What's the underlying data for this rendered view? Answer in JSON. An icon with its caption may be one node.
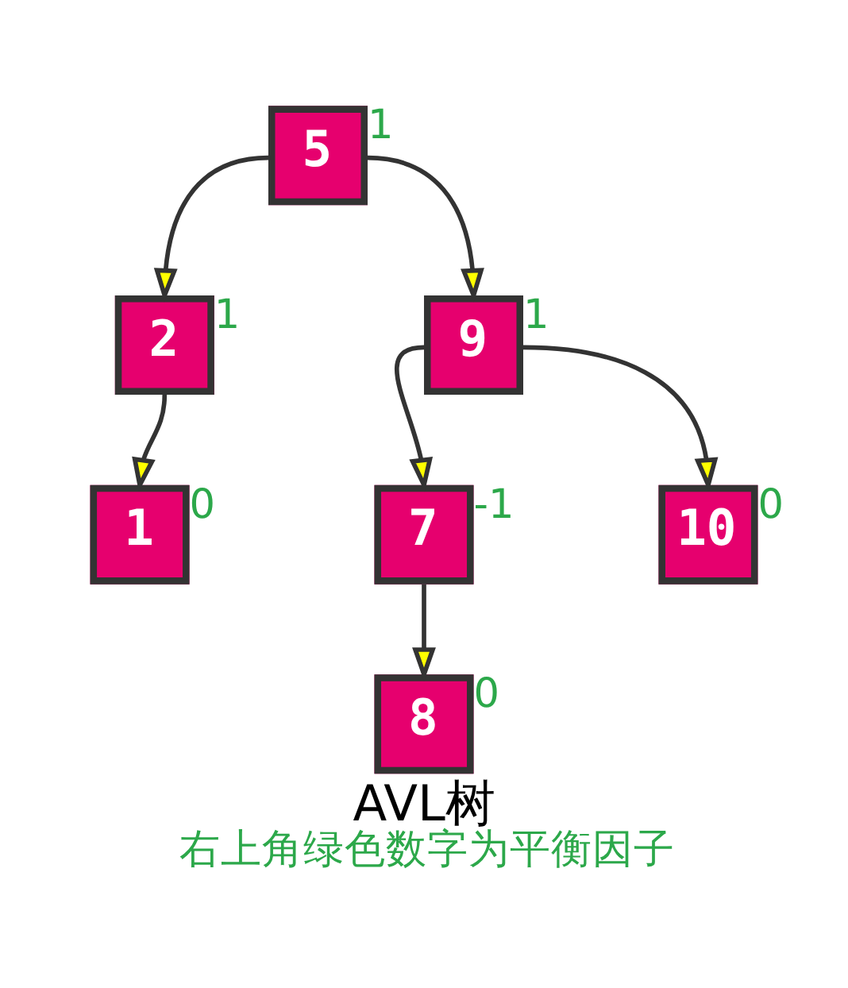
{
  "diagram": {
    "title": "AVL树",
    "caption": "右上角绿色数字为平衡因子",
    "nodes": [
      {
        "text": [
          "5"
        ],
        "beside": [
          "1"
        ]
      },
      {
        "text": [
          "2"
        ],
        "beside": [
          "1"
        ]
      },
      {
        "text": [
          "9"
        ],
        "beside": [
          "1"
        ]
      },
      {
        "text": [
          "1"
        ],
        "beside": [
          "0"
        ]
      },
      {
        "text": [
          "7"
        ],
        "beside": [
          "-1"
        ]
      },
      {
        "text": [
          "10"
        ],
        "beside": [
          "0"
        ]
      },
      {
        "text": [
          "8"
        ],
        "beside": [
          "0"
        ]
      }
    ],
    "edges": [
      {
        "from": 0,
        "to": 1,
        "arrow": "to"
      },
      {
        "from": 0,
        "to": 2,
        "arrow": "to"
      },
      {
        "from": 1,
        "to": 3,
        "arrow": "to"
      },
      {
        "from": 2,
        "to": 4,
        "arrow": "to"
      },
      {
        "from": 2,
        "to": 5,
        "arrow": "to"
      },
      {
        "from": 4,
        "to": 6,
        "arrow": "to"
      }
    ]
  }
}
